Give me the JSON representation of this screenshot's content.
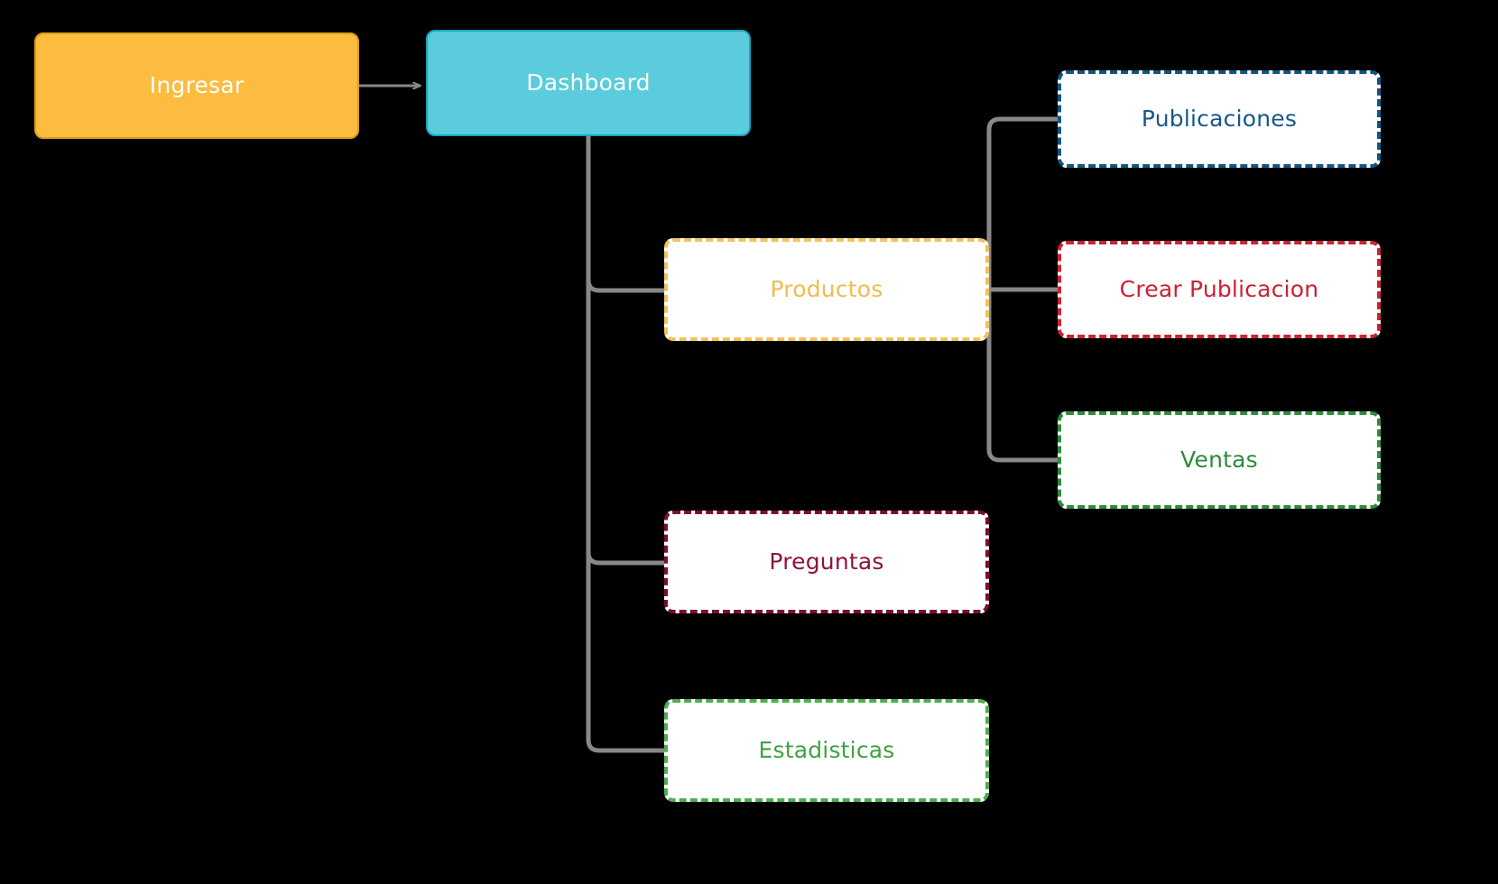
{
  "diagram": {
    "title": "Dashboard navigation flowchart",
    "background_color": "#000000",
    "edge_color": "#888888",
    "nodes": [
      {
        "id": "ingresar",
        "label": "Ingresar",
        "fill": "#fbbc3f",
        "border": "#d9a017",
        "text_color": "#ffffff",
        "style": "solid"
      },
      {
        "id": "dashboard",
        "label": "Dashboard",
        "fill": "#5bccdb",
        "border": "#18a5bb",
        "text_color": "#ffffff",
        "style": "solid"
      },
      {
        "id": "productos",
        "label": "Productos",
        "fill": "#ffffff",
        "border": "#f3c359",
        "text_color": "#f0bc4f",
        "style": "dashed"
      },
      {
        "id": "preguntas",
        "label": "Preguntas",
        "fill": "#ffffff",
        "border": "#7d0c36",
        "text_color": "#8c1540",
        "style": "dashed"
      },
      {
        "id": "estadisticas",
        "label": "Estadisticas",
        "fill": "#ffffff",
        "border": "#4caf50",
        "text_color": "#3fa146",
        "style": "dashed"
      },
      {
        "id": "publicaciones",
        "label": "Publicaciones",
        "fill": "#ffffff",
        "border": "#10567f",
        "text_color": "#15598a",
        "style": "dashed"
      },
      {
        "id": "crear_publicacion",
        "label": "Crear Publicacion",
        "fill": "#ffffff",
        "border": "#cf2233",
        "text_color": "#cb2233",
        "style": "dashed"
      },
      {
        "id": "ventas",
        "label": "Ventas",
        "fill": "#ffffff",
        "border": "#2e8b3d",
        "text_color": "#2e8b3d",
        "style": "dashed"
      }
    ],
    "edges": [
      {
        "from": "ingresar",
        "to": "dashboard",
        "arrow": true
      },
      {
        "from": "dashboard",
        "to": "productos",
        "arrow": false
      },
      {
        "from": "dashboard",
        "to": "preguntas",
        "arrow": false
      },
      {
        "from": "dashboard",
        "to": "estadisticas",
        "arrow": false
      },
      {
        "from": "productos",
        "to": "publicaciones",
        "arrow": false
      },
      {
        "from": "productos",
        "to": "crear_publicacion",
        "arrow": false
      },
      {
        "from": "productos",
        "to": "ventas",
        "arrow": false
      }
    ]
  }
}
